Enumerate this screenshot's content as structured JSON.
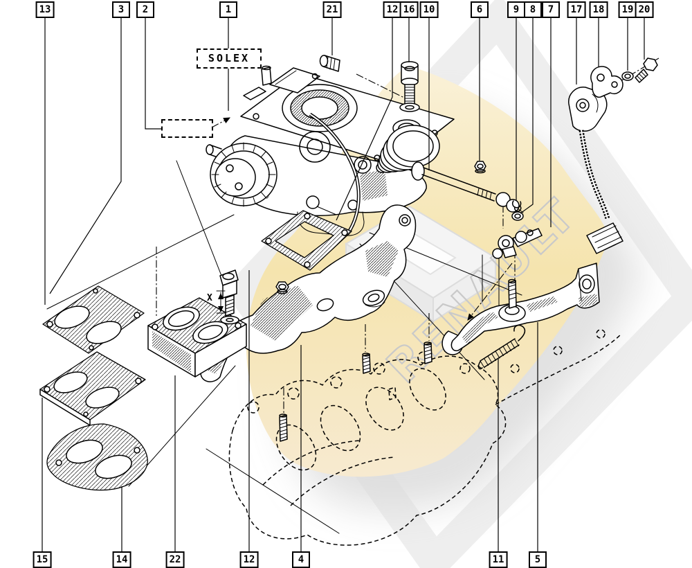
{
  "page": {
    "background": "#ffffff"
  },
  "labels": {
    "brand_box": "SOLEX",
    "dimension": "X",
    "watermark": "RENAULT"
  },
  "colors": {
    "line": "#000000",
    "watermark_yellow": "#f5e4ae",
    "watermark_yellow_light": "#faf1d8",
    "watermark_gray_band": "#eeeeee",
    "watermark_logo_gray": "#e9e9e9",
    "watermark_letter_stroke": "#c9c9c9"
  },
  "callouts": {
    "top": [
      {
        "label": "13"
      },
      {
        "label": "3"
      },
      {
        "label": "2"
      },
      {
        "label": "1"
      },
      {
        "label": "21"
      },
      {
        "label": "12"
      },
      {
        "label": "16"
      },
      {
        "label": "10"
      },
      {
        "label": "6"
      },
      {
        "label": "9"
      },
      {
        "label": "8"
      },
      {
        "label": "7"
      },
      {
        "label": "17"
      },
      {
        "label": "18"
      },
      {
        "label": "19"
      },
      {
        "label": "20"
      }
    ],
    "bottom": [
      {
        "label": "15"
      },
      {
        "label": "14"
      },
      {
        "label": "22"
      },
      {
        "label": "12"
      },
      {
        "label": "4"
      },
      {
        "label": "11"
      },
      {
        "label": "5"
      }
    ]
  }
}
